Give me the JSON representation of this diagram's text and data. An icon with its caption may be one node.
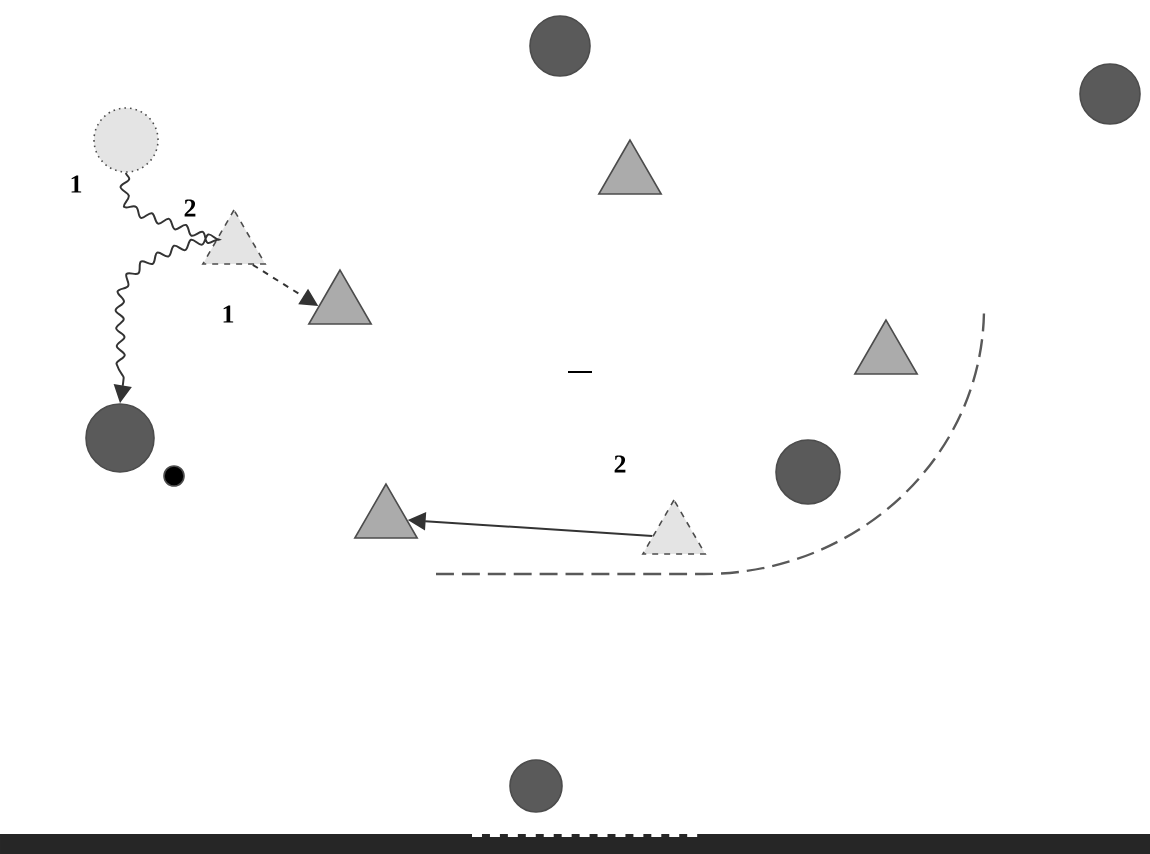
{
  "diagram": {
    "nodes": [
      {
        "text": [],
        "shape": "circle"
      },
      {
        "text": [],
        "shape": "circle"
      },
      {
        "text": [],
        "shape": "circle"
      },
      {
        "text": [],
        "shape": "triangle"
      },
      {
        "text": [],
        "shape": "triangle"
      },
      {
        "text": [],
        "shape": "triangle"
      },
      {
        "text": [],
        "shape": "triangle"
      },
      {
        "text": [],
        "shape": "circle"
      },
      {
        "text": [],
        "shape": "circle"
      },
      {
        "text": [],
        "shape": "circle"
      },
      {
        "text": [],
        "shape": "triangle"
      },
      {
        "text": [],
        "shape": "triangle"
      },
      {
        "text": [],
        "shape": "circle"
      }
    ],
    "edges": [
      {
        "from": 2,
        "to": 7,
        "arrow": "to",
        "label": "1"
      },
      {
        "from": 4,
        "to": 5,
        "arrow": "to",
        "label": "1",
        "style": "dashed"
      },
      {
        "from": 11,
        "to": 10,
        "arrow": "to",
        "label": "2"
      }
    ],
    "labels": [
      "2"
    ]
  }
}
